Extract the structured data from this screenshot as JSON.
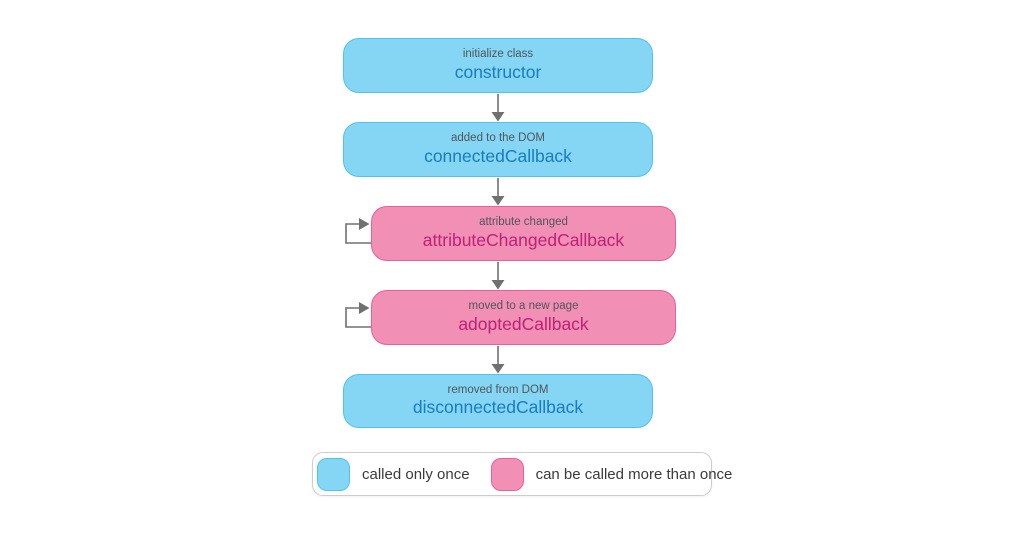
{
  "colors": {
    "blue-fill": "#85d6f5",
    "blue-border": "#4fc2ee",
    "blue-text": "#1a7cbd",
    "pink-fill": "#f18fb5",
    "pink-border": "#e7609c",
    "pink-text": "#c02077",
    "desc-text": "#50555b",
    "arrow": "#707070",
    "legend-border": "#cdcdcd",
    "legend-text": "#3a3a3a",
    "background": "#ffffff"
  },
  "flow": {
    "nodes": [
      {
        "description": "initialize class",
        "callback": "constructor",
        "kind": "once",
        "self_loop": false
      },
      {
        "description": "added to the DOM",
        "callback": "connectedCallback",
        "kind": "once",
        "self_loop": false
      },
      {
        "description": "attribute changed",
        "callback": "attributeChangedCallback",
        "kind": "multiple",
        "self_loop": true
      },
      {
        "description": "moved to a new page",
        "callback": "adoptedCallback",
        "kind": "multiple",
        "self_loop": true
      },
      {
        "description": "removed from DOM",
        "callback": "disconnectedCallback",
        "kind": "once",
        "self_loop": false
      }
    ]
  },
  "legend": {
    "items": [
      {
        "label": "called only once",
        "kind": "once"
      },
      {
        "label": "can be called more than once",
        "kind": "multiple"
      }
    ]
  }
}
